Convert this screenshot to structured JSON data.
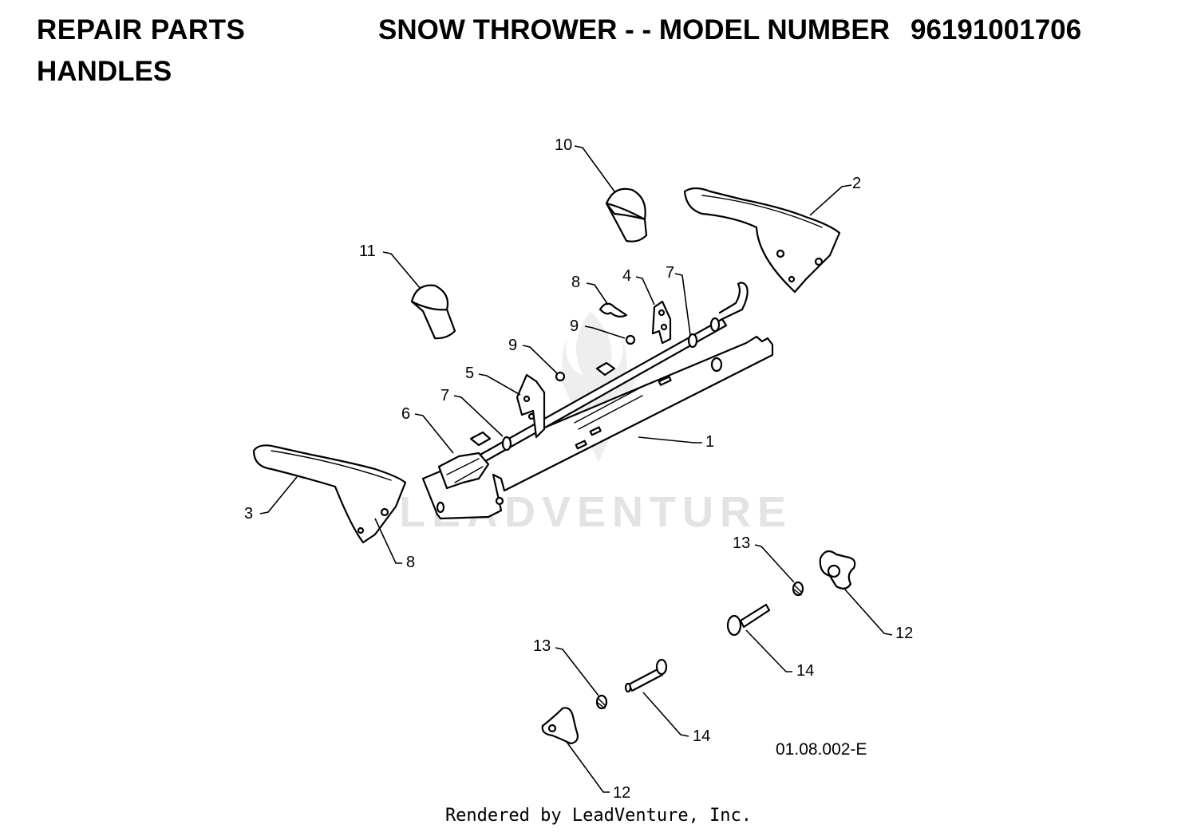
{
  "header": {
    "section": "REPAIR PARTS",
    "subsection": "HANDLES",
    "product": "SNOW THROWER - - MODEL NUMBER",
    "model_number": "96191001706"
  },
  "diagram": {
    "figure_id": "01.08.002-E",
    "watermark": "LEADVENTURE",
    "callouts": {
      "c1": "1",
      "c2": "2",
      "c3": "3",
      "c4": "4",
      "c5": "5",
      "c6": "6",
      "c7a": "7",
      "c7b": "7",
      "c8a": "8",
      "c8b": "8",
      "c9a": "9",
      "c9b": "9",
      "c10": "10",
      "c11": "11",
      "c12a": "12",
      "c12b": "12",
      "c13a": "13",
      "c13b": "13",
      "c14a": "14",
      "c14b": "14"
    }
  },
  "footer": {
    "credit": "Rendered by LeadVenture, Inc."
  }
}
